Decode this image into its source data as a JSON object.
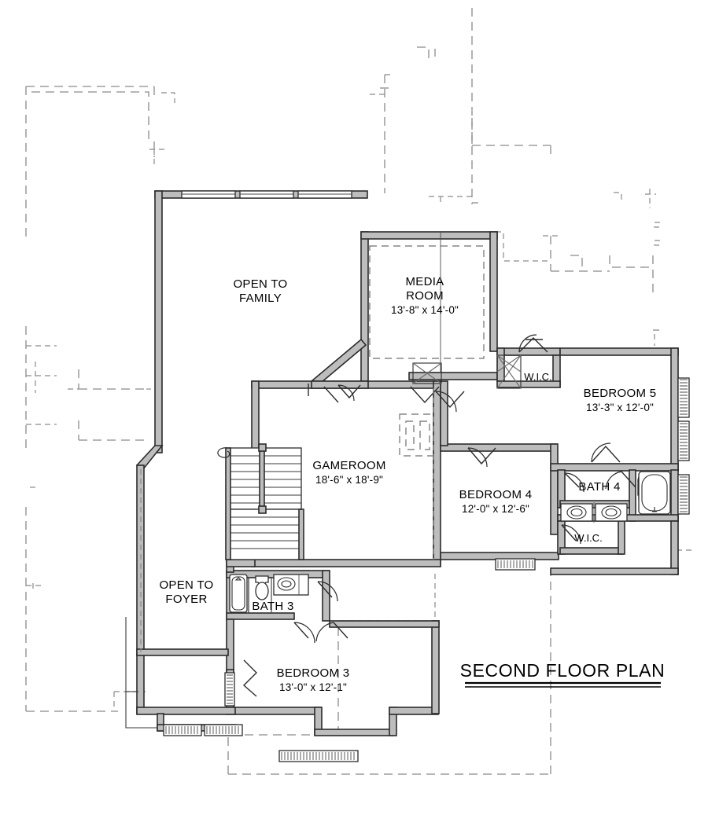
{
  "document": {
    "type": "architectural-floor-plan",
    "title": "SECOND FLOOR PLAN"
  },
  "rooms": [
    {
      "id": "open-to-family",
      "name": "OPEN TO",
      "name2": "FAMILY",
      "dimensions": ""
    },
    {
      "id": "media-room",
      "name": "MEDIA",
      "name2": "ROOM",
      "dimensions": "13'-8\" x 14'-0\""
    },
    {
      "id": "gameroom",
      "name": "GAMEROOM",
      "name2": "",
      "dimensions": "18'-6\" x 18'-9\""
    },
    {
      "id": "bedroom-4",
      "name": "BEDROOM 4",
      "name2": "",
      "dimensions": "12'-0\" x 12'-6\""
    },
    {
      "id": "bedroom-5",
      "name": "BEDROOM 5",
      "name2": "",
      "dimensions": "13'-3\" x 12'-0\""
    },
    {
      "id": "bedroom-3",
      "name": "BEDROOM 3",
      "name2": "",
      "dimensions": "13'-0\" x 12'-1\""
    },
    {
      "id": "bath-4",
      "name": "BATH 4",
      "name2": "",
      "dimensions": ""
    },
    {
      "id": "bath-3",
      "name": "BATH 3",
      "name2": "",
      "dimensions": ""
    },
    {
      "id": "wic-upper",
      "name": "W.I.C.",
      "name2": "",
      "dimensions": ""
    },
    {
      "id": "wic-lower",
      "name": "W.I.C.",
      "name2": "",
      "dimensions": ""
    },
    {
      "id": "open-to-foyer",
      "name": "OPEN TO",
      "name2": "FOYER",
      "dimensions": ""
    }
  ],
  "labels": {
    "open_to_family_l1": "OPEN TO",
    "open_to_family_l2": "FAMILY",
    "media_room_l1": "MEDIA",
    "media_room_l2": "ROOM",
    "media_room_dim": "13'-8\" x 14'-0\"",
    "gameroom": "GAMEROOM",
    "gameroom_dim": "18'-6\" x 18'-9\"",
    "bedroom4": "BEDROOM 4",
    "bedroom4_dim": "12'-0\" x 12'-6\"",
    "bedroom5": "BEDROOM 5",
    "bedroom5_dim": "13'-3\" x 12'-0\"",
    "bedroom3": "BEDROOM 3",
    "bedroom3_dim": "13'-0\" x 12'-1\"",
    "bath4": "BATH 4",
    "bath3": "BATH 3",
    "wic_upper": "W.I.C.",
    "wic_lower": "W.I.C.",
    "open_to_foyer_l1": "OPEN TO",
    "open_to_foyer_l2": "FOYER",
    "plan_title": "SECOND FLOOR PLAN"
  },
  "colors": {
    "background": "#ffffff",
    "wall_stroke": "#2b2b2b",
    "wall_fill": "#bdbdbd",
    "ghost_line": "#8a8a8a",
    "text": "#000000"
  }
}
